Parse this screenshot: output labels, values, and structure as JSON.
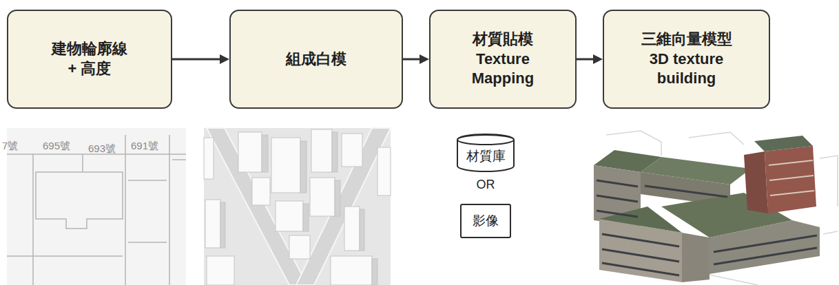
{
  "diagram": {
    "nodes": [
      {
        "text": [
          "建物輪廓線 + 高度"
        ]
      },
      {
        "text": [
          "組成白模"
        ]
      },
      {
        "text": [
          "材質貼模 Texture Mapping"
        ]
      },
      {
        "text": [
          "三維向量模型 3D texture building"
        ]
      },
      {
        "text": [
          "材質庫"
        ]
      },
      {
        "text": [
          "影像"
        ]
      }
    ],
    "edges": [
      {
        "from": 0,
        "to": 1,
        "arrow": "to"
      },
      {
        "from": 1,
        "to": 2,
        "arrow": "to"
      },
      {
        "from": 2,
        "to": 3,
        "arrow": "to"
      }
    ],
    "labels": [
      "7號",
      "695號",
      "693號",
      "691號",
      "OR"
    ]
  }
}
